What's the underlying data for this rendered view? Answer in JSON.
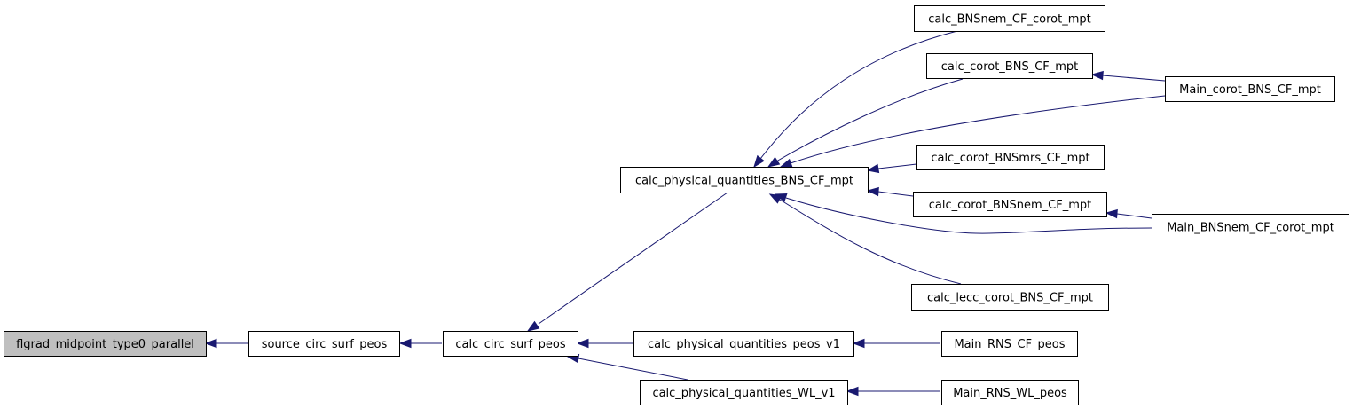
{
  "diagram": {
    "type": "call-graph",
    "colors": {
      "edge": "#191970",
      "root_fill": "#bfbfbf",
      "node_fill": "#ffffff",
      "border": "#000000"
    },
    "nodes": [
      {
        "id": "flgrad",
        "label": "flgrad_midpoint_type0_parallel",
        "root": true
      },
      {
        "id": "src",
        "label": "source_circ_surf_peos"
      },
      {
        "id": "circ",
        "label": "calc_circ_surf_peos"
      },
      {
        "id": "pqbns",
        "label": "calc_physical_quantities_BNS_CF_mpt"
      },
      {
        "id": "pqpeos",
        "label": "calc_physical_quantities_peos_v1"
      },
      {
        "id": "pqwl",
        "label": "calc_physical_quantities_WL_v1"
      },
      {
        "id": "bnsnemcorot",
        "label": "calc_BNSnem_CF_corot_mpt"
      },
      {
        "id": "corotbns",
        "label": "calc_corot_BNS_CF_mpt"
      },
      {
        "id": "corotbnsmrs",
        "label": "calc_corot_BNSmrs_CF_mpt"
      },
      {
        "id": "corotbnsnem",
        "label": "calc_corot_BNSnem_CF_mpt"
      },
      {
        "id": "lecc",
        "label": "calc_lecc_corot_BNS_CF_mpt"
      },
      {
        "id": "maincorot",
        "label": "Main_corot_BNS_CF_mpt"
      },
      {
        "id": "mainnem",
        "label": "Main_BNSnem_CF_corot_mpt"
      },
      {
        "id": "mainrnscf",
        "label": "Main_RNS_CF_peos"
      },
      {
        "id": "mainrnswl",
        "label": "Main_RNS_WL_peos"
      }
    ],
    "edges": [
      {
        "from": "src",
        "to": "flgrad"
      },
      {
        "from": "circ",
        "to": "src"
      },
      {
        "from": "pqbns",
        "to": "circ"
      },
      {
        "from": "pqpeos",
        "to": "circ"
      },
      {
        "from": "pqwl",
        "to": "circ"
      },
      {
        "from": "bnsnemcorot",
        "to": "pqbns"
      },
      {
        "from": "corotbns",
        "to": "pqbns"
      },
      {
        "from": "maincorot",
        "to": "pqbns"
      },
      {
        "from": "corotbnsmrs",
        "to": "pqbns"
      },
      {
        "from": "corotbnsnem",
        "to": "pqbns"
      },
      {
        "from": "mainnem",
        "to": "pqbns"
      },
      {
        "from": "lecc",
        "to": "pqbns"
      },
      {
        "from": "maincorot",
        "to": "corotbns"
      },
      {
        "from": "mainnem",
        "to": "corotbnsnem"
      },
      {
        "from": "mainrnscf",
        "to": "pqpeos"
      },
      {
        "from": "mainrnswl",
        "to": "pqwl"
      }
    ]
  }
}
